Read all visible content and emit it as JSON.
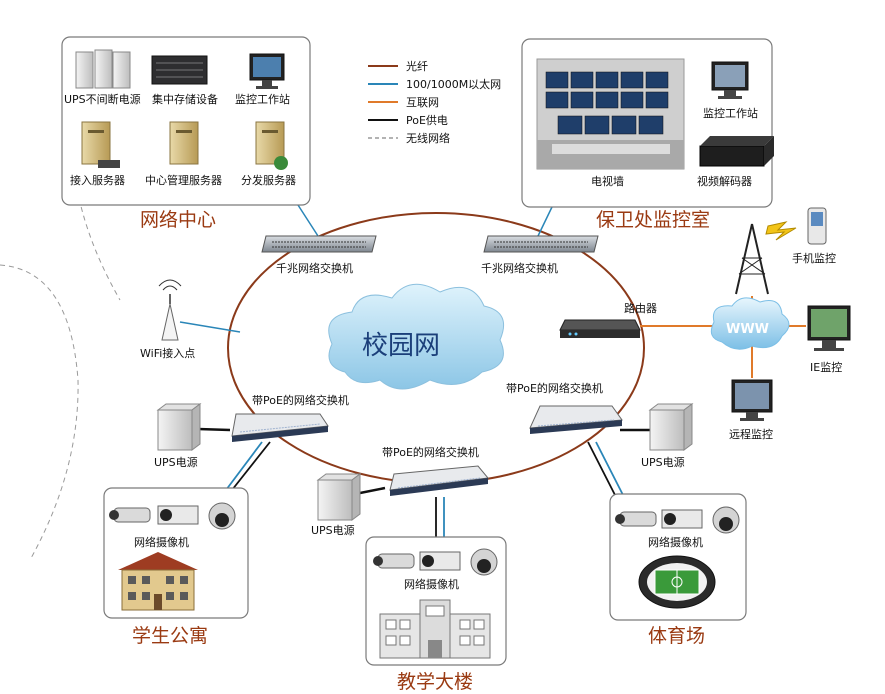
{
  "legend": {
    "fiber": "光纤",
    "ethernet": "100/1000M以太网",
    "internet": "互联网",
    "poe": "PoE供电",
    "wireless": "无线网络"
  },
  "colors": {
    "fiber": "#8b3a1a",
    "ethernet": "#2a86b8",
    "internet": "#e07a2a",
    "poe": "#111111",
    "wireless": "#9a9a9a",
    "region_title": "#9a3a12",
    "cloud_text": "#1b3f7a"
  },
  "network_center": {
    "title": "网络中心",
    "items": [
      "UPS不间断电源",
      "集中存储设备",
      "监控工作站",
      "接入服务器",
      "中心管理服务器",
      "分发服务器"
    ]
  },
  "security_room": {
    "title": "保卫处监控室",
    "video_wall": "电视墙",
    "workstation": "监控工作站",
    "decoder": "视频解码器"
  },
  "core": {
    "cloud": "校园网",
    "switch_left": "千兆网络交换机",
    "switch_right": "千兆网络交换机",
    "router": "路由器",
    "wifi": "WiFi接入点"
  },
  "internet": {
    "cloud": "WWW",
    "mobile": "手机监控",
    "ie": "IE监控",
    "remote": "远程监控"
  },
  "poe_switches": {
    "left": "带PoE的网络交换机",
    "middle": "带PoE的网络交换机",
    "right": "带PoE的网络交换机"
  },
  "ups": {
    "left": "UPS电源",
    "middle": "UPS电源",
    "right": "UPS电源"
  },
  "cameras": {
    "dorm": "网络摄像机",
    "teaching": "网络摄像机",
    "stadium": "网络摄像机"
  },
  "sites": {
    "dorm": "学生公寓",
    "teaching": "教学大楼",
    "stadium": "体育场"
  }
}
